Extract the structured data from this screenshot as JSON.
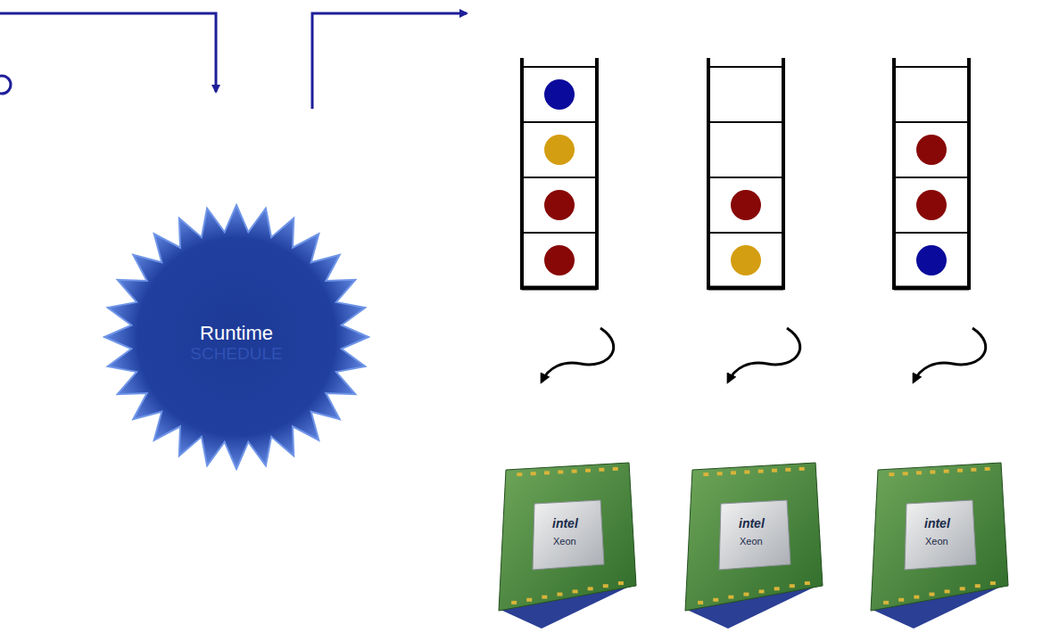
{
  "diagram": {
    "nodes": [
      {
        "text": [
          "Runtime",
          "SCHEDULE"
        ]
      }
    ],
    "labels": [
      "intel",
      "Xeon",
      "intel",
      "Xeon",
      "intel",
      "Xeon"
    ]
  }
}
